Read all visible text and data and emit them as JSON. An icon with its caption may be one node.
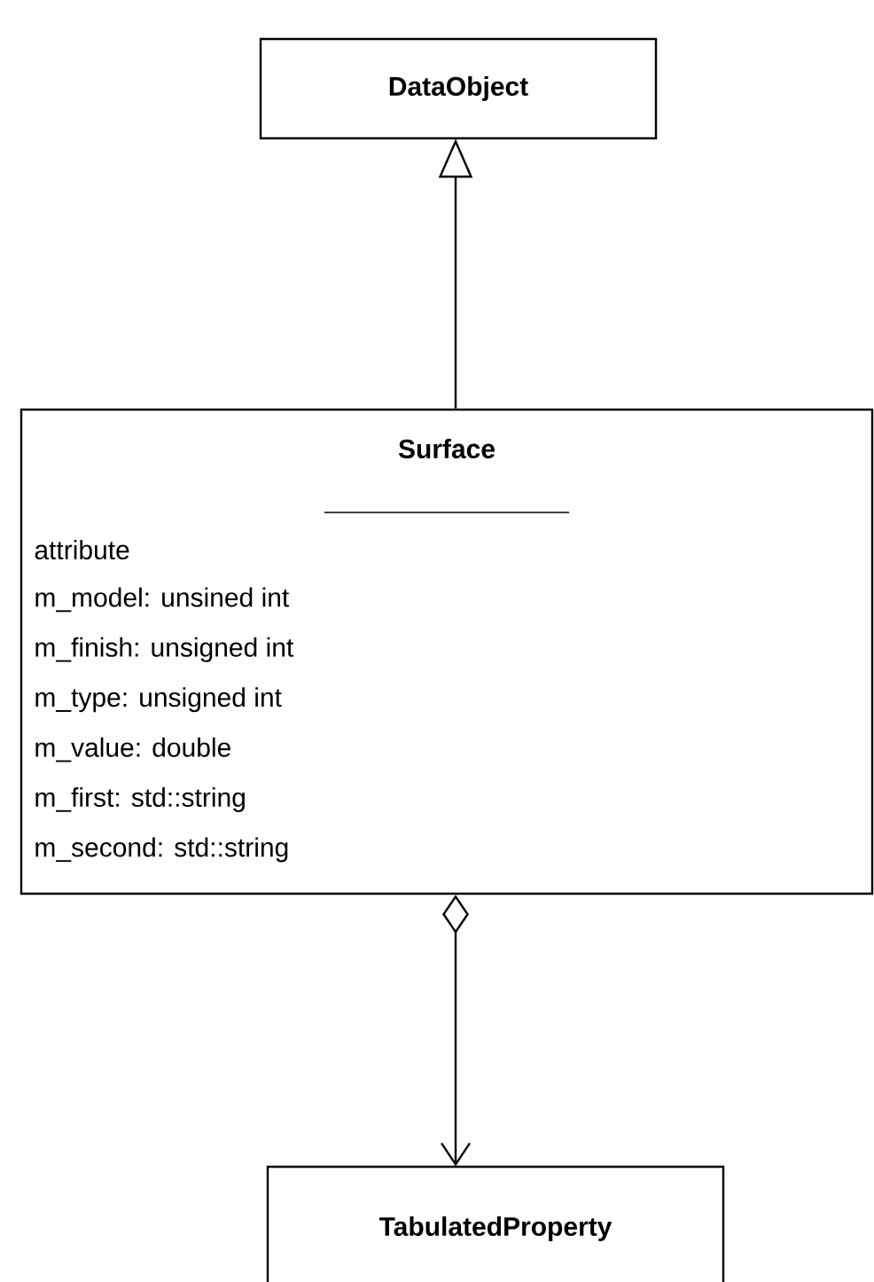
{
  "diagram": {
    "nodes": [
      {
        "text": [
          "DataObject"
        ]
      },
      {
        "text": [
          "Surface",
          "attribute",
          "m_model: unsined int",
          "m_finish: unsigned int",
          "m_type: unsigned int",
          "m_value: double",
          "m_first: std::string",
          "m_second: std::string"
        ]
      },
      {
        "text": [
          "TabulatedProperty"
        ]
      }
    ],
    "edges": [
      {
        "from": 1,
        "to": 0,
        "arrow": "to"
      },
      {
        "from": 1,
        "to": 2,
        "arrow": "to"
      }
    ]
  }
}
